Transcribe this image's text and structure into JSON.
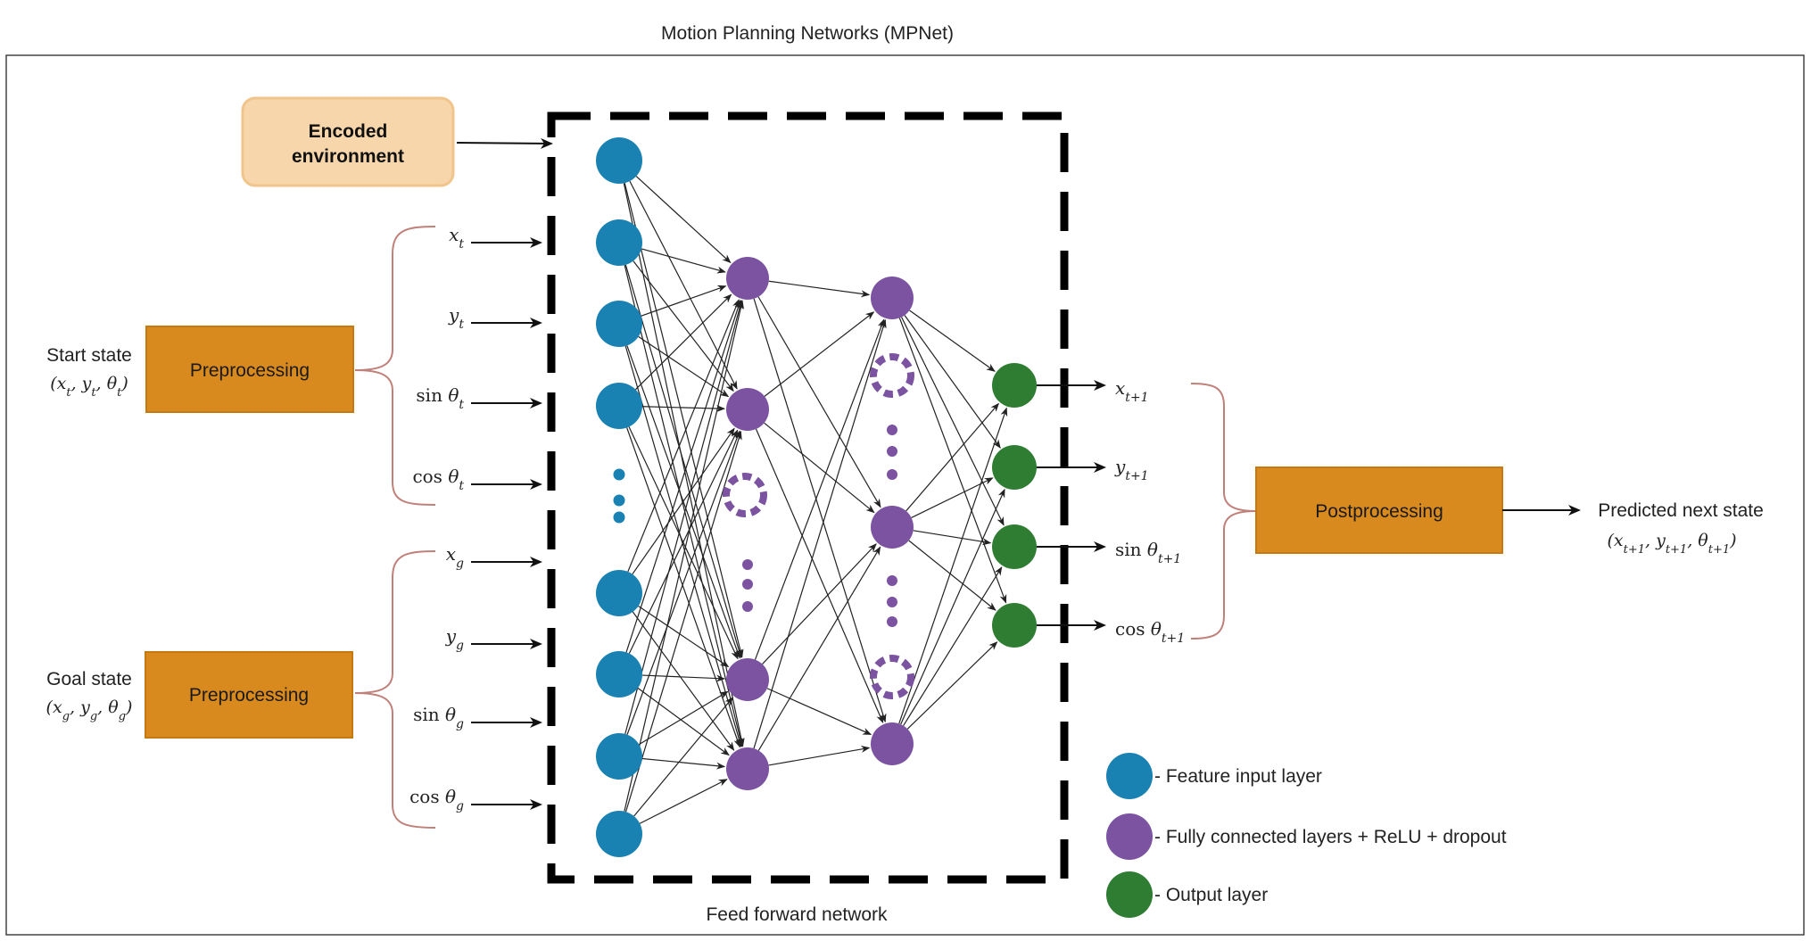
{
  "title": "Motion Planning Networks (MPNet)",
  "network_label": "Feed forward network",
  "encoded_environment": {
    "line1": "Encoded",
    "line2": "environment"
  },
  "start": {
    "label": "Start state",
    "tuple": "(x_t, y_t, θ_t)",
    "preprocess_label": "Preprocessing",
    "inputs": [
      {
        "pre": "",
        "var": "x",
        "sub": "t"
      },
      {
        "pre": "",
        "var": "y",
        "sub": "t"
      },
      {
        "pre": "sin ",
        "var": "θ",
        "sub": "t"
      },
      {
        "pre": "cos ",
        "var": "θ",
        "sub": "t"
      }
    ]
  },
  "goal": {
    "label": "Goal state",
    "tuple": "(x_g, y_g, θ_g)",
    "preprocess_label": "Preprocessing",
    "inputs": [
      {
        "pre": "",
        "var": "x",
        "sub": "g"
      },
      {
        "pre": "",
        "var": "y",
        "sub": "g"
      },
      {
        "pre": "sin ",
        "var": "θ",
        "sub": "g"
      },
      {
        "pre": "cos ",
        "var": "θ",
        "sub": "g"
      }
    ]
  },
  "outputs": [
    {
      "pre": "",
      "var": "x",
      "sub": "t+1"
    },
    {
      "pre": "",
      "var": "y",
      "sub": "t+1"
    },
    {
      "pre": "sin ",
      "var": "θ",
      "sub": "t+1"
    },
    {
      "pre": "cos ",
      "var": "θ",
      "sub": "t+1"
    }
  ],
  "postprocess_label": "Postprocessing",
  "prediction": {
    "label": "Predicted next state",
    "tuple": "(x_t+1, y_t+1, θ_t+1)"
  },
  "legend": [
    {
      "text": "- Feature input layer",
      "color": "#1a82b3"
    },
    {
      "text": "- Fully connected layers + ReLU + dropout",
      "color": "#7b53a0"
    },
    {
      "text": "- Output layer",
      "color": "#2e7d32"
    }
  ],
  "colors": {
    "input_node": "#1a82b3",
    "hidden_node": "#7b53a0",
    "output_node": "#2e7d32",
    "process_box": "#d98a1e",
    "process_border": "#c47a10",
    "encoded_box": "#f7d6ab",
    "encoded_border": "#f0c48a",
    "brace": "#c0807a"
  }
}
